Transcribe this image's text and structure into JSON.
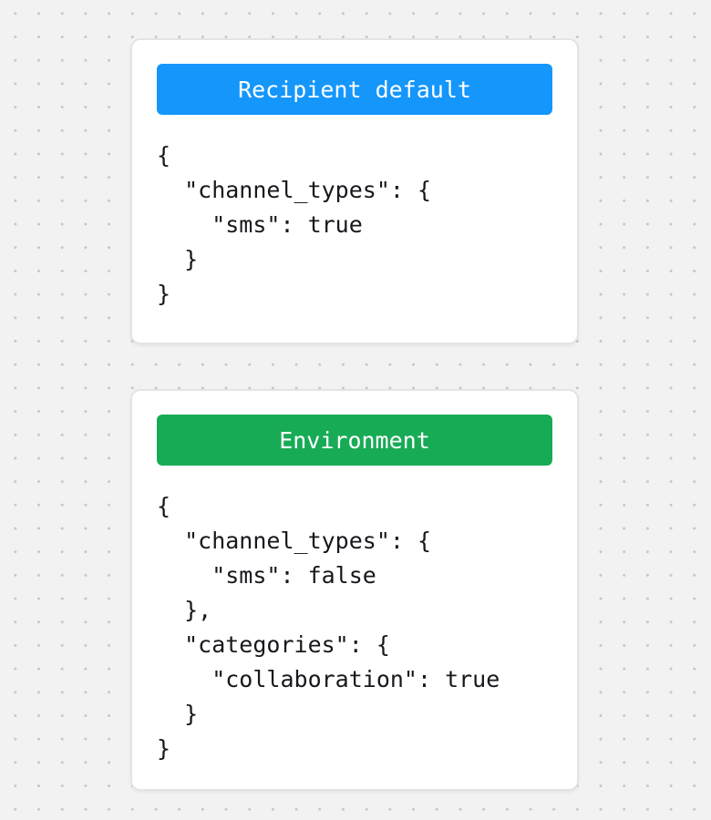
{
  "background": {
    "color": "#f2f2f2",
    "dot_color": "#c6c6c6"
  },
  "cards": [
    {
      "name": "recipient-default",
      "badge": {
        "label": "Recipient default",
        "color": "#1496fb"
      },
      "code": [
        "{",
        "  \"channel_types\": {",
        "    \"sms\": true",
        "  }",
        "}"
      ]
    },
    {
      "name": "environment",
      "badge": {
        "label": "Environment",
        "color": "#18ab56"
      },
      "code": [
        "{",
        "  \"channel_types\": {",
        "    \"sms\": false",
        "  },",
        "  \"categories\": {",
        "    \"collaboration\": true",
        "  }",
        "}"
      ]
    }
  ]
}
